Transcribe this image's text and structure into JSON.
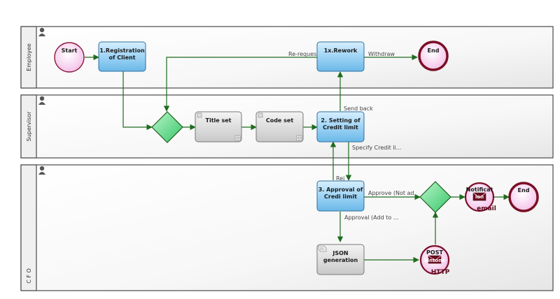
{
  "lanes": [
    {
      "id": "employee",
      "title": "Employee"
    },
    {
      "id": "supervisor",
      "title": "Supervisor"
    },
    {
      "id": "cfo",
      "title": "C F O"
    }
  ],
  "nodes": {
    "start": {
      "label": "Start"
    },
    "registration": {
      "line1": "1.Registration",
      "line2": "of Client"
    },
    "rework": {
      "line1": "1x.Rework"
    },
    "end_employee": {
      "label": "End"
    },
    "title_set": {
      "line1": "Title set"
    },
    "code_set": {
      "line1": "Code set"
    },
    "setting_credit": {
      "line1": "2. Setting of",
      "line2": "Credit limit"
    },
    "approval_credit": {
      "line1": "3. Approval of",
      "line2": "Credi limit"
    },
    "json_generation": {
      "line1": "JSON",
      "line2": "generation"
    },
    "notification": {
      "label": "Notificat",
      "label2": "ion",
      "sub": "email"
    },
    "end_cfo": {
      "label": "End"
    },
    "post_kintone": {
      "label": "POST",
      "label2": "kintone",
      "sub": "HTTP"
    }
  },
  "flow_labels": {
    "re_request": "Re-reques",
    "withdraw": "Withdraw",
    "send_back": "Send back",
    "specify_credit": "Specify Credit li...",
    "reject": "Rej",
    "approve_not_ad": "Approve (Not ad",
    "approval_add_to": "Approval (Add to ..."
  },
  "colors": {
    "flow": "#1e6b1e",
    "task_blue": "#9fd4f5",
    "event_border": "#7a0f25",
    "gateway": "#5ee08a"
  }
}
